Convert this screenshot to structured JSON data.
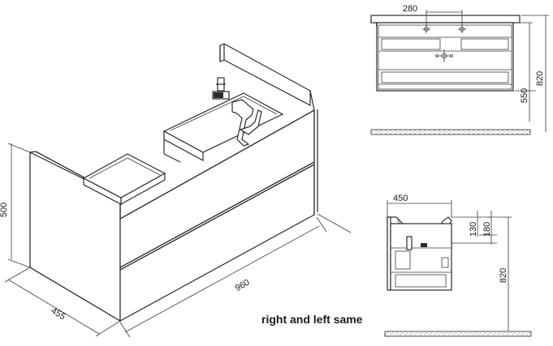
{
  "iso_view": {
    "dim_width": "960",
    "dim_depth": "455",
    "dim_height": "500"
  },
  "front_view": {
    "dim_top": "280",
    "dim_cabinet": "550",
    "dim_total": "820"
  },
  "side_view": {
    "dim_width": "450",
    "dim_a": "130",
    "dim_b": "180",
    "dim_total": "820"
  },
  "note": "right and left same"
}
